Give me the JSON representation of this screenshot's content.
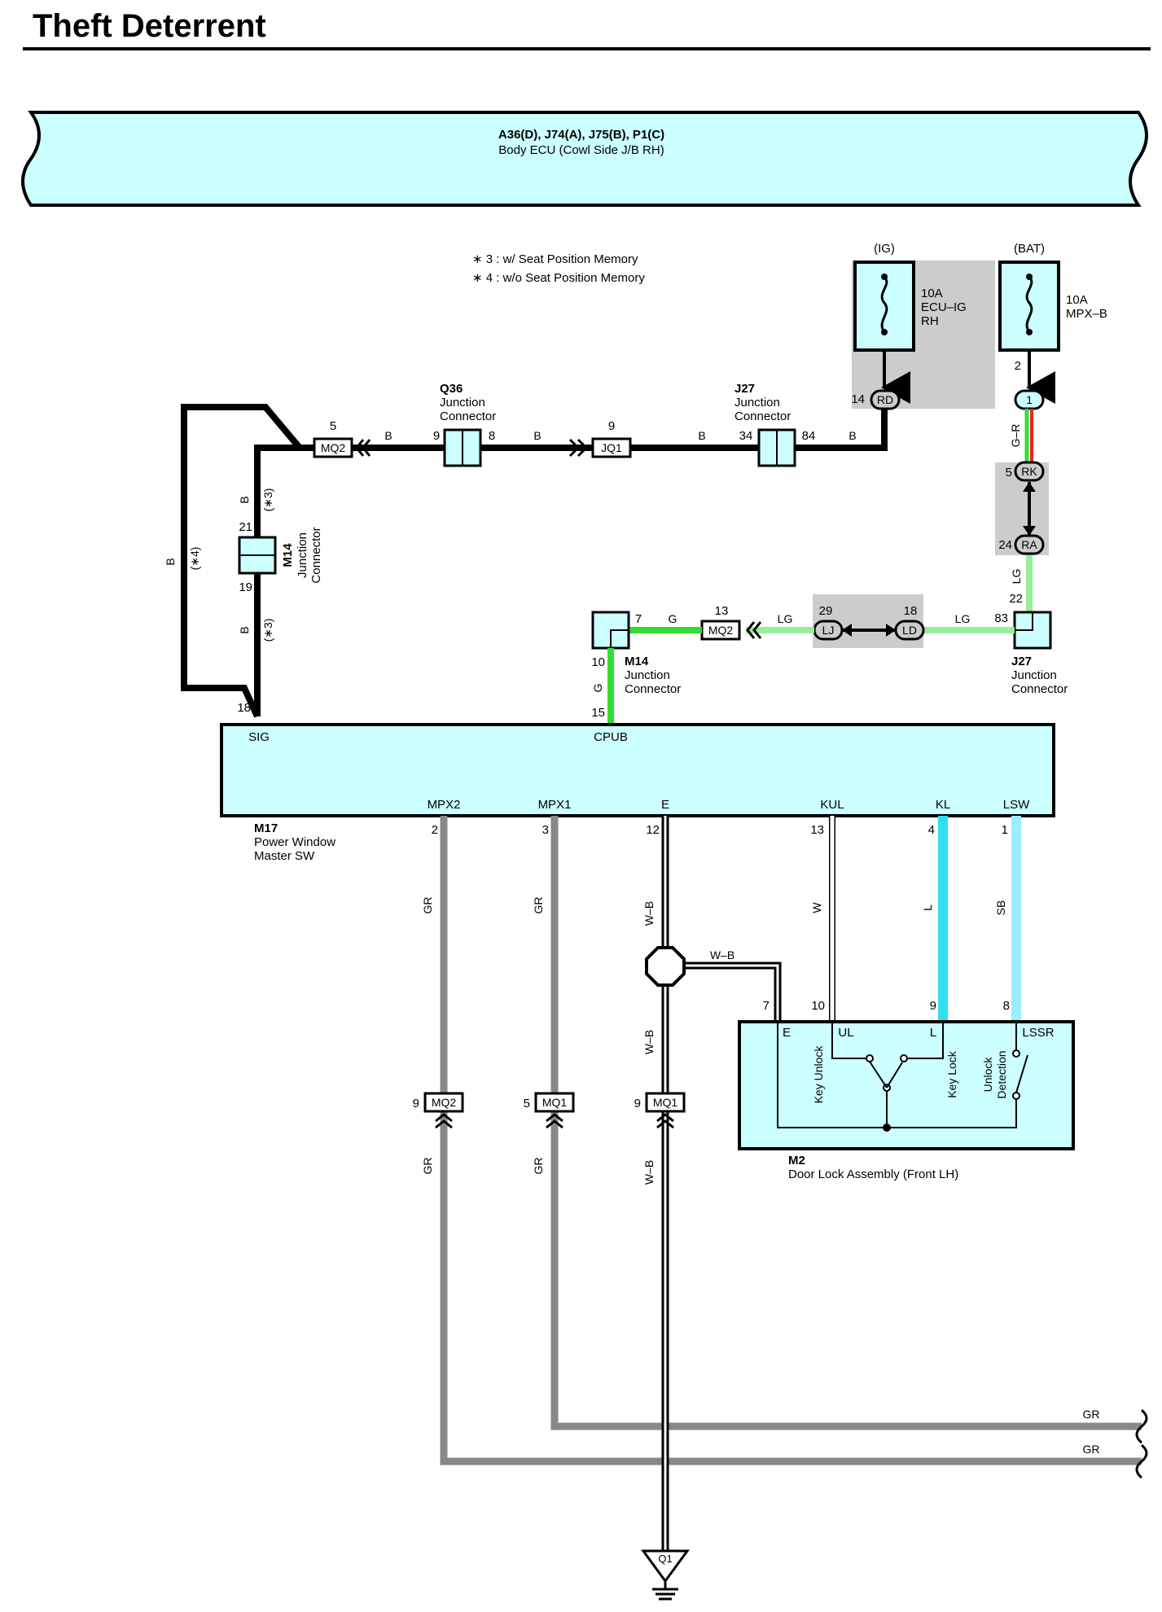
{
  "title": "Theft Deterrent",
  "body_ecu": {
    "codes": "A36(D), J74(A), J75(B), P1(C)",
    "name": "Body ECU (Cowl Side J/B RH)"
  },
  "notes": {
    "note3": "∗ 3 : w/ Seat Position Memory",
    "note4": "∗ 4 : w/o Seat Position Memory"
  },
  "fuses": {
    "ig": {
      "source": "(IG)",
      "rating": "10A",
      "name_line1": "ECU–IG",
      "name_line2": "RH",
      "pin": "14",
      "terminal": "RD"
    },
    "bat": {
      "source": "(BAT)",
      "rating": "10A",
      "name_line1": "MPX–B",
      "pin": "2",
      "terminal": "1"
    }
  },
  "connectors": {
    "q36": {
      "code": "Q36",
      "line1": "Junction",
      "line2": "Connector",
      "pin_in": "9",
      "pin_out": "8"
    },
    "j27_top": {
      "code": "J27",
      "line1": "Junction",
      "line2": "Connector",
      "pin_in": "34",
      "pin_out": "84"
    },
    "jq1": {
      "label": "JQ1",
      "pin": "9"
    },
    "mq2_top": {
      "label": "MQ2",
      "pin": "5"
    },
    "m14_left": {
      "code": "M14",
      "line1": "Junction",
      "line2": "Connector",
      "pin_top": "21",
      "pin_bottom": "19"
    },
    "m14_right": {
      "code": "M14",
      "line1": "Junction",
      "line2": "Connector",
      "pin_in": "7",
      "pin_down": "10",
      "pin_ecu": "15"
    },
    "j27_right": {
      "code": "J27",
      "line1": "Junction",
      "line2": "Connector",
      "pin_top": "22",
      "pin_left": "83"
    },
    "mq2_mid": {
      "label": "MQ2",
      "pin": "13"
    },
    "lj": {
      "label": "LJ",
      "pin": "29"
    },
    "ld": {
      "label": "LD",
      "pin": "18"
    },
    "rk": {
      "label": "RK",
      "pin": "5"
    },
    "ra": {
      "label": "RA",
      "pin": "24"
    },
    "mq2_bottom": {
      "label": "MQ2",
      "pin": "9"
    },
    "mq1_a": {
      "label": "MQ1",
      "pin": "5"
    },
    "mq1_b": {
      "label": "MQ1",
      "pin": "9"
    },
    "ground": {
      "label": "Q1"
    }
  },
  "wire_colors": {
    "b": "B",
    "g": "G",
    "lg": "LG",
    "gr_wire": "G–R",
    "gr": "GR",
    "wb": "W–B",
    "w": "W",
    "l": "L",
    "sb": "SB",
    "star3": "(∗3)",
    "star4": "(∗4)"
  },
  "m17": {
    "code": "M17",
    "line1": "Power Window",
    "line2": "Master SW",
    "sig": "SIG",
    "cpub": "CPUB",
    "mpx2": "MPX2",
    "mpx1": "MPX1",
    "e": "E",
    "kul": "KUL",
    "kl": "KL",
    "lsw": "LSW",
    "pin_sig": "18",
    "pin_mpx2": "2",
    "pin_mpx1": "3",
    "pin_e": "12",
    "pin_kul": "13",
    "pin_kl": "4",
    "pin_lsw": "1"
  },
  "m2": {
    "code": "M2",
    "name": "Door Lock Assembly (Front LH)",
    "e": "E",
    "ul": "UL",
    "l": "L",
    "lssr": "LSSR",
    "pin_e": "7",
    "pin_ul": "10",
    "pin_l": "9",
    "pin_lssr": "8",
    "key_unlock": "Key Unlock",
    "key_lock": "Key Lock",
    "unlock_det_1": "Unlock",
    "unlock_det_2": "Detection"
  },
  "colors": {
    "harness_fill": "#ccffff",
    "shade": "#cccccc",
    "green": "#33dd33",
    "light_green": "#99ee99",
    "red": "#ee2222",
    "blue": "#33ddee",
    "sky": "#99eeff",
    "gray": "#888888",
    "black": "#000000"
  }
}
